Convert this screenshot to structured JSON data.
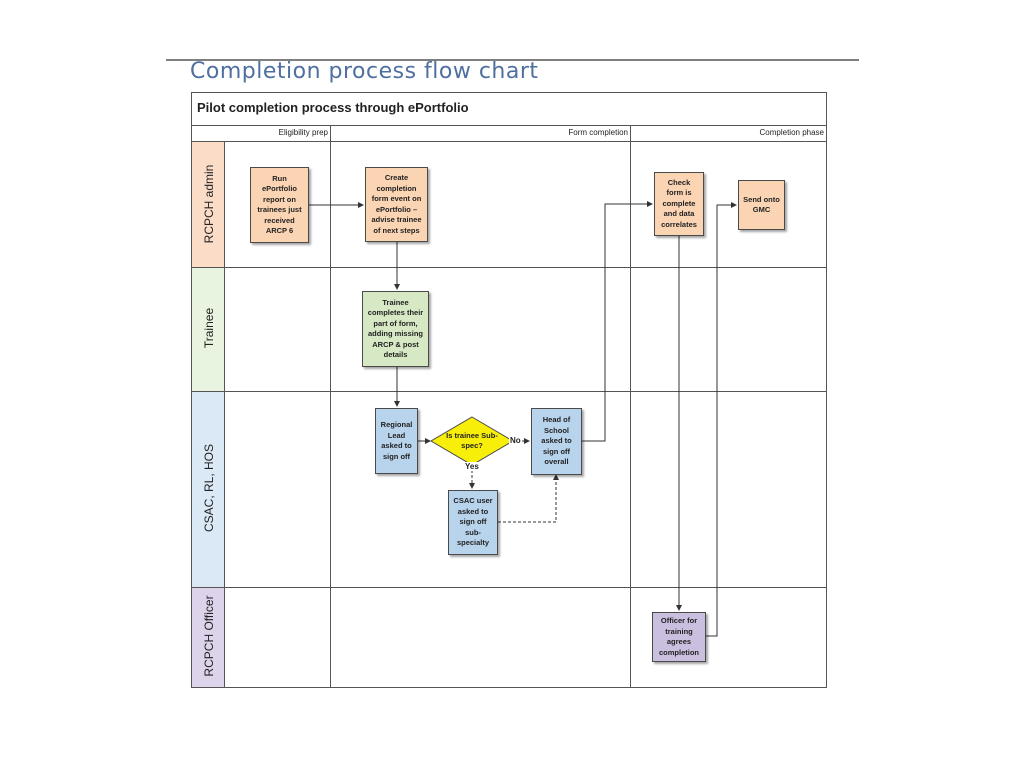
{
  "page_title": "Completion process flow chart",
  "diagram": {
    "title": "Pilot completion process through ePortfolio",
    "phases": [
      "Eligibility prep",
      "Form completion",
      "Completion phase"
    ],
    "lanes": [
      "RCPCH admin",
      "Trainee",
      "CSAC, RL, HOS",
      "RCPCH Officer"
    ],
    "colors": {
      "rcpch_admin": "#fbdcc7",
      "trainee": "#e8f3e0",
      "csac": "#dbe8f5",
      "officer": "#ddd3ea",
      "decision": "#f7ef0a"
    },
    "nodes": {
      "run_report": "Run\nePortfolio\nreport on\ntrainees just\nreceived\nARCP 6",
      "create_event": "Create\ncompletion\nform event on\nePortfolio –\nadvise trainee\nof next steps",
      "check_form": "Check\nform is\ncomplete\nand data\ncorrelates",
      "send_gmc": "Send onto\nGMC",
      "trainee_completes": "Trainee\ncompletes their\npart of form,\nadding missing\nARCP & post\ndetails",
      "regional_lead": "Regional\nLead\nasked to\nsign off",
      "decision": "Is trainee Sub-\nspec?",
      "head_of_school": "Head of\nSchool\nasked to\nsign off\noverall",
      "csac_user": "CSAC user\nasked to\nsign off\nsub-\nspecialty",
      "officer": "Officer for\ntraining\nagrees\ncompletion"
    },
    "edge_labels": {
      "no": "No",
      "yes": "Yes"
    }
  }
}
